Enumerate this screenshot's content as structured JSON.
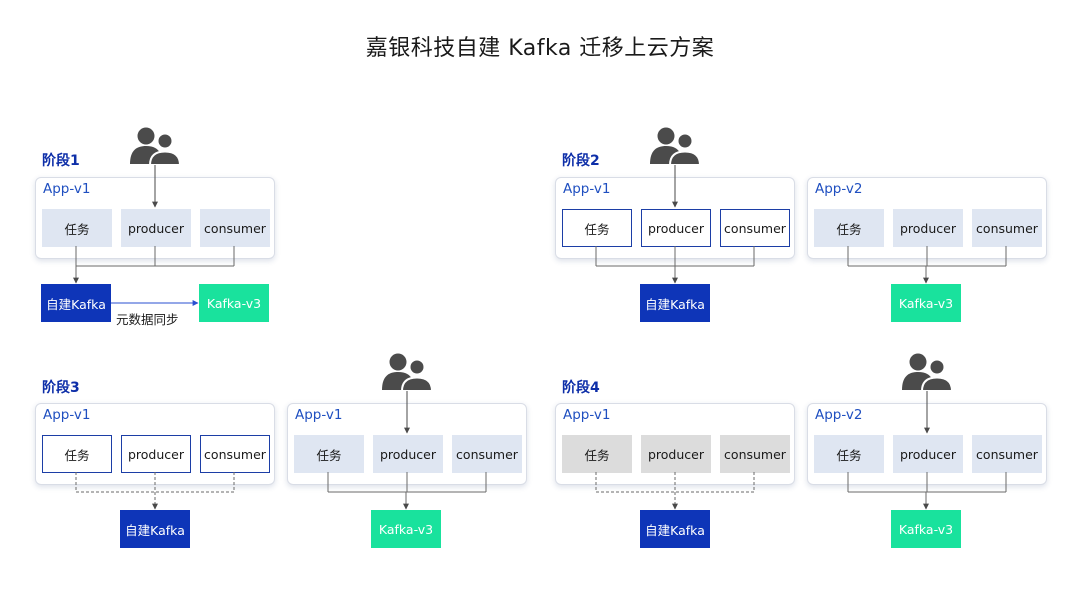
{
  "title": "嘉银科技自建 Kafka 迁移上云方案",
  "colors": {
    "stage_label": "#0d2ea8",
    "app_label": "#1f4fc0",
    "box_light": "#dfe6f2",
    "box_outline_border": "#1c3ea6",
    "box_grey": "#dcdcdc",
    "kafka_self_hosted": "#0e35b8",
    "kafka_cloud": "#19e29d",
    "connector": "#555555",
    "sync_arrow": "#2a4fd0"
  },
  "icons": {
    "users": "users-icon"
  },
  "stages": [
    {
      "label": "阶段1",
      "apps": [
        {
          "label": "App-v1",
          "box_style": "light",
          "boxes": [
            "任务",
            "producer",
            "consumer"
          ],
          "users": true,
          "connector": "solid",
          "target": "self"
        }
      ],
      "kafka": [
        {
          "id": "self",
          "label": "自建Kafka",
          "style": "blue"
        },
        {
          "id": "cloud",
          "label": "Kafka-v3",
          "style": "green"
        }
      ],
      "annotation": "元数据同步"
    },
    {
      "label": "阶段2",
      "apps": [
        {
          "label": "App-v1",
          "box_style": "outline",
          "boxes": [
            "任务",
            "producer",
            "consumer"
          ],
          "users": true,
          "connector": "solid",
          "target": "self"
        },
        {
          "label": "App-v2",
          "box_style": "light",
          "boxes": [
            "任务",
            "producer",
            "consumer"
          ],
          "users": false,
          "connector": "solid",
          "target": "cloud"
        }
      ],
      "kafka": [
        {
          "id": "self",
          "label": "自建Kafka",
          "style": "blue"
        },
        {
          "id": "cloud",
          "label": "Kafka-v3",
          "style": "green"
        }
      ]
    },
    {
      "label": "阶段3",
      "apps": [
        {
          "label": "App-v1",
          "box_style": "outline",
          "boxes": [
            "任务",
            "producer",
            "consumer"
          ],
          "users": false,
          "connector": "dashed",
          "target": "self"
        },
        {
          "label": "App-v1",
          "box_style": "light",
          "boxes": [
            "任务",
            "producer",
            "consumer"
          ],
          "users": true,
          "connector": "solid",
          "target": "cloud"
        }
      ],
      "kafka": [
        {
          "id": "self",
          "label": "自建Kafka",
          "style": "blue"
        },
        {
          "id": "cloud",
          "label": "Kafka-v3",
          "style": "green"
        }
      ]
    },
    {
      "label": "阶段4",
      "apps": [
        {
          "label": "App-v1",
          "box_style": "grey",
          "boxes": [
            "任务",
            "producer",
            "consumer"
          ],
          "users": false,
          "connector": "dashed",
          "target": "self"
        },
        {
          "label": "App-v2",
          "box_style": "light",
          "boxes": [
            "任务",
            "producer",
            "consumer"
          ],
          "users": true,
          "connector": "solid",
          "target": "cloud"
        }
      ],
      "kafka": [
        {
          "id": "self",
          "label": "自建Kafka",
          "style": "blue"
        },
        {
          "id": "cloud",
          "label": "Kafka-v3",
          "style": "green"
        }
      ]
    }
  ]
}
